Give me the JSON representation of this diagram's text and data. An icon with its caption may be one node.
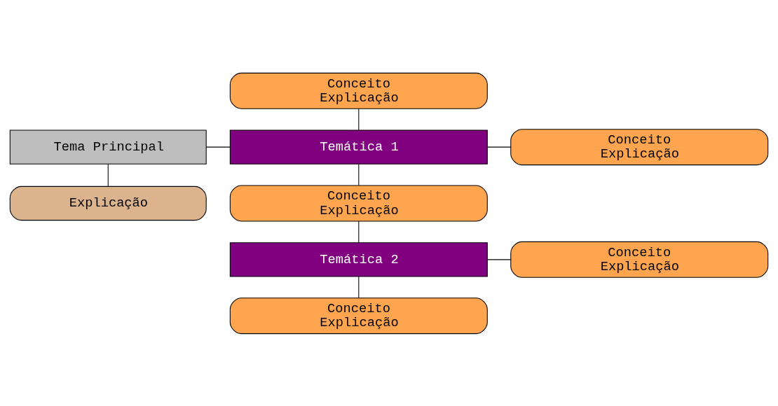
{
  "diagram": {
    "nodes": [
      {
        "text": [
          "Tema Principal"
        ]
      },
      {
        "text": [
          "Explicação"
        ]
      },
      {
        "text": [
          "Temática 1"
        ]
      },
      {
        "text": [
          "Conceito",
          "Explicação"
        ]
      },
      {
        "text": [
          "Conceito",
          "Explicação"
        ]
      },
      {
        "text": [
          "Conceito",
          "Explicação"
        ]
      },
      {
        "text": [
          "Temática 2"
        ]
      },
      {
        "text": [
          "Conceito",
          "Explicação"
        ]
      },
      {
        "text": [
          "Conceito",
          "Explicação"
        ]
      }
    ],
    "edges": [
      {
        "from": 0,
        "to": 2,
        "arrow": "none"
      },
      {
        "from": 0,
        "to": 1,
        "arrow": "none"
      },
      {
        "from": 3,
        "to": 2,
        "arrow": "none"
      },
      {
        "from": 2,
        "to": 4,
        "arrow": "none"
      },
      {
        "from": 2,
        "to": 5,
        "arrow": "none"
      },
      {
        "from": 5,
        "to": 6,
        "arrow": "none"
      },
      {
        "from": 6,
        "to": 7,
        "arrow": "none"
      },
      {
        "from": 6,
        "to": 8,
        "arrow": "none"
      }
    ]
  }
}
